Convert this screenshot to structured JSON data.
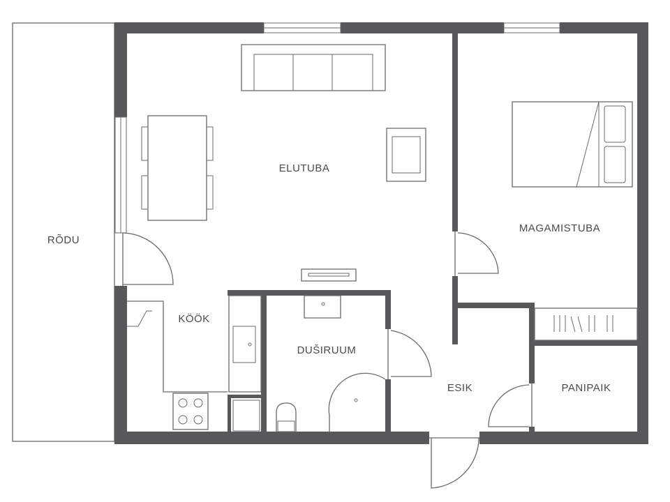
{
  "rooms": {
    "balcony": "RÕDU",
    "living_room": "ELUTUBA",
    "bedroom": "MAGAMISTUBA",
    "kitchen": "KÖÖK",
    "shower_room": "DUŠIRUUM",
    "hallway": "ESIK",
    "storage": "PANIPAIK"
  },
  "colors": {
    "wall": "#58585a",
    "line": "#6a6a6c",
    "text": "#4a4a4c"
  }
}
